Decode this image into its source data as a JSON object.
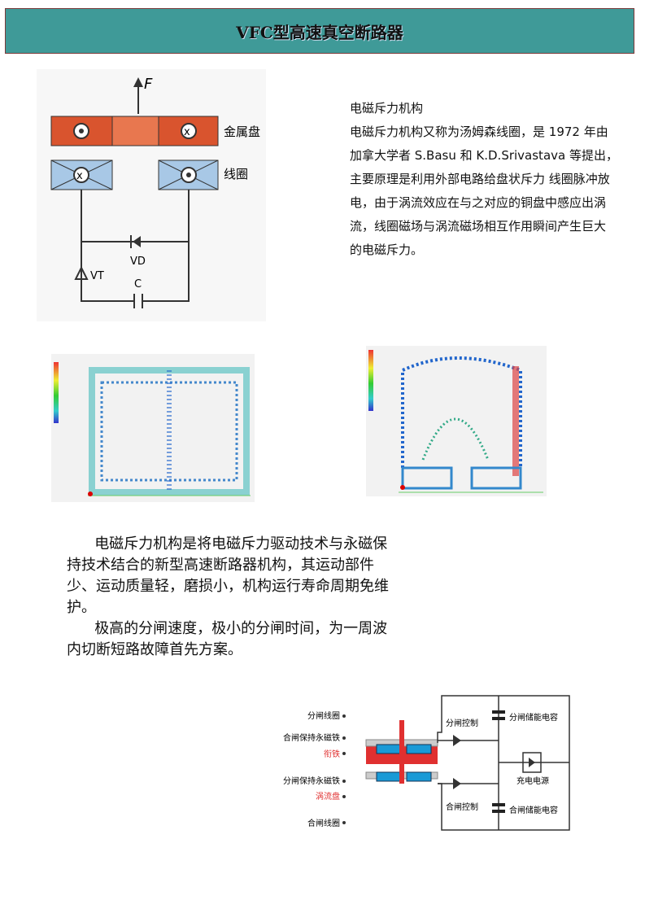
{
  "header": {
    "title": "VFC型高速真空断路器"
  },
  "top_diagram": {
    "force_label": "F",
    "disk_label": "金属盘",
    "coil_label": "线圈",
    "thyristor_label": "VT",
    "diode_label": "VD",
    "capacitor_label": "C"
  },
  "intro": {
    "heading": "电磁斥力机构",
    "paragraph": "电磁斥力机构又称为汤姆森线圈，是 1972 年由加拿大学者 S.Basu 和 K.D.Srivastava 等提出，主要原理是利用外部电路给盘状斥力 线圈脉冲放电，由于涡流效应在与之对应的铜盘中感应出涡流，线圈磁场与涡流磁场相互作用瞬间产生巨大 的电磁斥力。"
  },
  "body": {
    "paragraphs": [
      "电磁斥力机构是将电磁斥力驱动技术与永磁保持技术结合的新型高速断路器机构，其运动部件少、运动质量轻，磨损小，机构运行寿命周期免维护。",
      "极高的分闸速度，极小的分闸时间，为一周波内切断短路故障首先方案。"
    ]
  },
  "bottom_diagram": {
    "left_labels": [
      "分闸线圈",
      "合闸保持永磁铁",
      "衔铁",
      "分闸保持永磁铁",
      "涡流盘",
      "合闸线圈"
    ],
    "open_control": "分闸控制",
    "close_control": "合闸控制",
    "open_capacitor": "分闸储能电容",
    "close_capacitor": "合闸储能电容",
    "charger": "充电电源"
  },
  "colors": {
    "header_bg": "#3f9a98",
    "disk": "#d9542e",
    "coil": "#a8c8e6",
    "armature": "#e03030",
    "coil_blue": "#1a9ad6",
    "highlight_label": "#e03030"
  }
}
